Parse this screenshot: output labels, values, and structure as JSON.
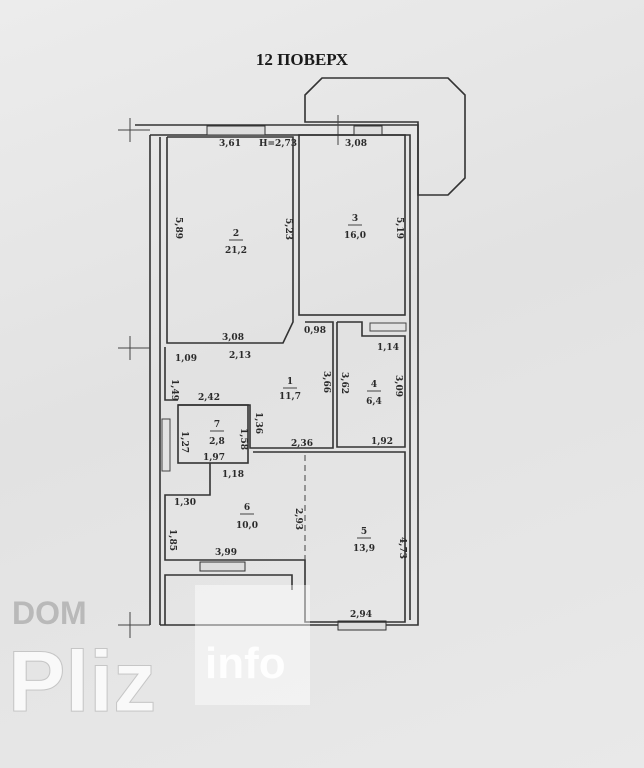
{
  "title": "12 ПОВЕРХ",
  "ceiling_height": "H=2,73",
  "rooms": [
    {
      "number": "1",
      "area": "11,7"
    },
    {
      "number": "2",
      "area": "21,2"
    },
    {
      "number": "3",
      "area": "16,0"
    },
    {
      "number": "4",
      "area": "6,4"
    },
    {
      "number": "5",
      "area": "13,9"
    },
    {
      "number": "6",
      "area": "10,0"
    },
    {
      "number": "7",
      "area": "2,8"
    }
  ],
  "dims": [
    "3,61",
    "3,08",
    "5,89",
    "5,23",
    "5,19",
    "3,08",
    "0,98",
    "1,14",
    "1,09",
    "2,13",
    "3,66",
    "3,62",
    "3,09",
    "1,49",
    "2,42",
    "1,27",
    "1,58",
    "1,36",
    "2,36",
    "1,92",
    "1,97",
    "1,18",
    "1,30",
    "2,93",
    "1,85",
    "4,73",
    "3,99",
    "2,94"
  ],
  "watermark": {
    "dom": "DOM",
    "pliz": "Pliz",
    "info": "info"
  }
}
